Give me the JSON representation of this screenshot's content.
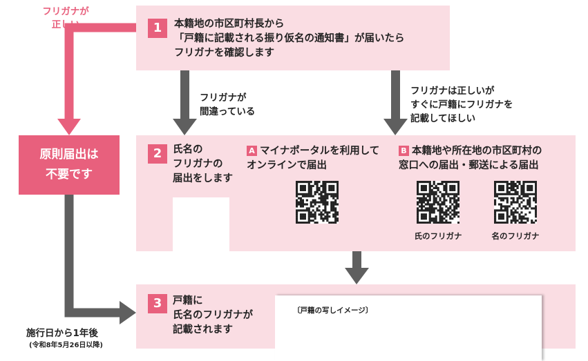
{
  "left_note": "フリガナが\n正しい",
  "no_notification": "原則届出は\n不要です",
  "step1": {
    "number": "1",
    "text": "本籍地の市区町村長から\n「戸籍に記載される振り仮名の通知書」が届いたら\nフリガナを確認します"
  },
  "branch_wrong": "フリガナが\n間違っている",
  "branch_correct": "フリガナは正しいが\nすぐに戸籍にフリガナを\n記載してほしい",
  "step2": {
    "number": "2",
    "text": "氏名の\nフリガナの\n届出をします",
    "option_a": {
      "tag": "A",
      "text": "マイナポータルを利用して\nオンラインで届出"
    },
    "option_b": {
      "tag": "B",
      "text": "本籍地や所在地の市区町村の\n窓口への届出・郵送による届出"
    },
    "qr_surname_caption": "氏のフリガナ",
    "qr_givenname_caption": "名のフリガナ"
  },
  "step3": {
    "number": "3",
    "text": "戸籍に\n氏名のフリガナが\n記載されます",
    "card_caption": "〔戸籍の写しイメージ〕"
  },
  "deadline": {
    "main": "施行日から1年後",
    "sub": "(令和8年5月26日以降)"
  },
  "colors": {
    "accent": "#e8607d",
    "light_pink": "#fadde3",
    "arrow_gray": "#5f5f5f"
  }
}
